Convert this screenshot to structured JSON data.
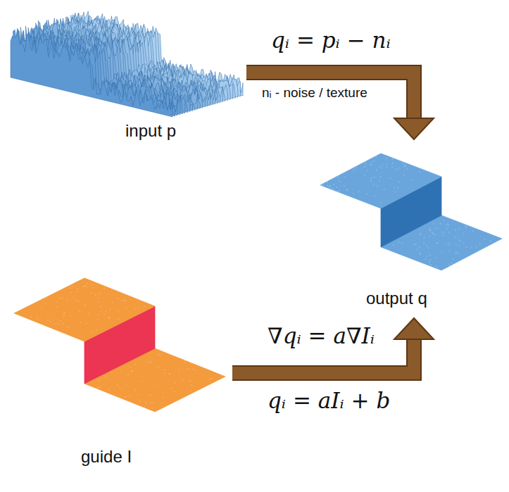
{
  "diagram": {
    "nodes": [
      {
        "text": [
          "input p"
        ]
      },
      {
        "text": [
          "output q"
        ]
      },
      {
        "text": [
          "guide I"
        ]
      }
    ],
    "edges": [
      {
        "from": 0,
        "to": 1,
        "arrow": "to"
      },
      {
        "from": 2,
        "to": 1,
        "arrow": "to"
      }
    ],
    "labels": [
      "qᵢ = pᵢ − nᵢ",
      "nᵢ - noise / texture",
      "∇qᵢ = a∇Iᵢ",
      "qᵢ = aIᵢ + b"
    ]
  }
}
